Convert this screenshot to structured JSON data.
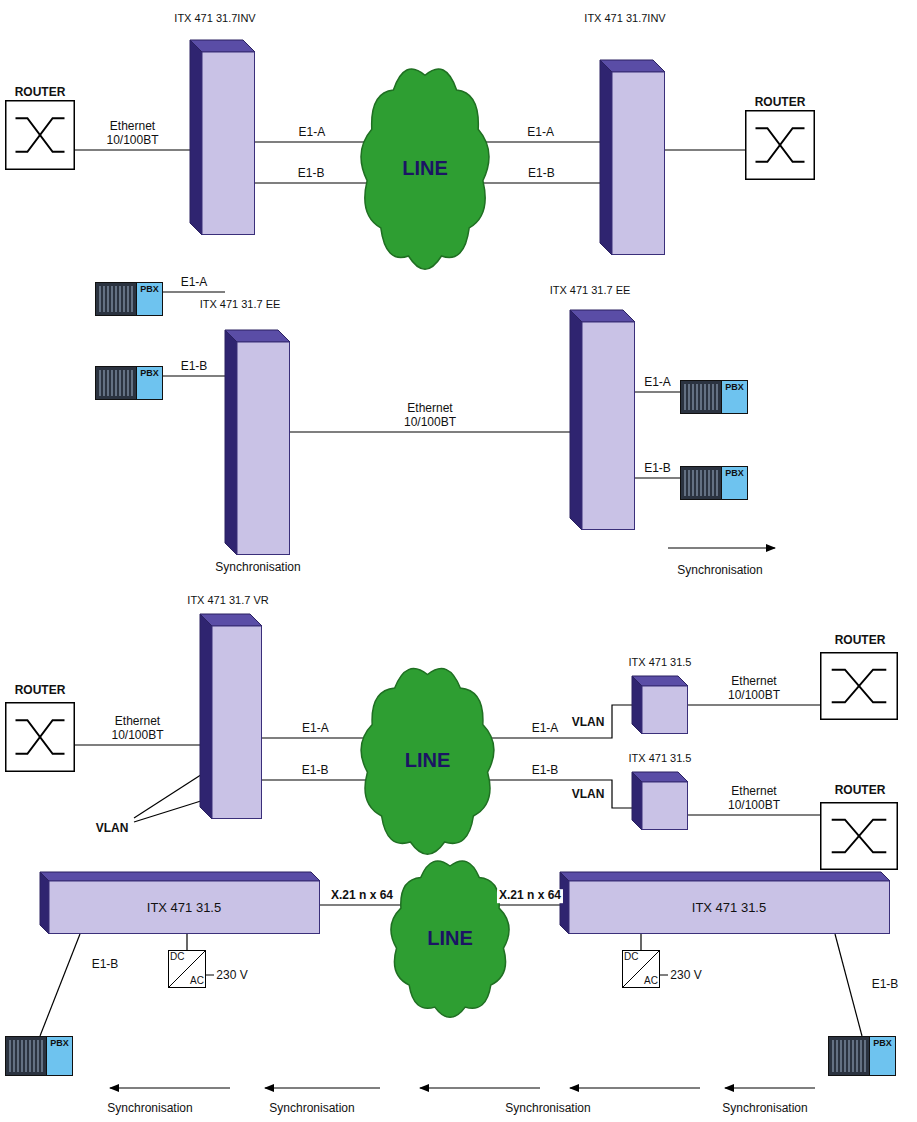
{
  "diagram": {
    "nodes": [
      {
        "text": [
          "ROUTER"
        ]
      },
      {
        "text": [
          "ITX 471 31.7INV"
        ]
      },
      {
        "text": [
          "LINE"
        ]
      },
      {
        "text": [
          "ITX 471 31.7INV"
        ]
      },
      {
        "text": [
          "ROUTER"
        ]
      },
      {
        "text": [
          "PBX"
        ]
      },
      {
        "text": [
          "PBX"
        ]
      },
      {
        "text": [
          "ITX 471 31.7 EE"
        ]
      },
      {
        "text": [
          "ITX 471 31.7 EE"
        ]
      },
      {
        "text": [
          "PBX"
        ]
      },
      {
        "text": [
          "PBX"
        ]
      },
      {
        "text": [
          "ROUTER"
        ]
      },
      {
        "text": [
          "ITX 471 31.7 VR"
        ]
      },
      {
        "text": [
          "LINE"
        ]
      },
      {
        "text": [
          "ITX 471 31.5"
        ]
      },
      {
        "text": [
          "ROUTER"
        ]
      },
      {
        "text": [
          "ITX 471 31.5"
        ]
      },
      {
        "text": [
          "ROUTER"
        ]
      },
      {
        "text": [
          "ITX 471 31.5"
        ]
      },
      {
        "text": [
          "LINE"
        ]
      },
      {
        "text": [
          "ITX 471 31.5"
        ]
      },
      {
        "text": [
          "DC",
          "AC"
        ]
      },
      {
        "text": [
          "DC",
          "AC"
        ]
      },
      {
        "text": [
          "PBX"
        ]
      },
      {
        "text": [
          "PBX"
        ]
      }
    ],
    "edges": [
      {
        "from": 0,
        "to": 1,
        "label": "Ethernet 10/100BT",
        "arrow": "none"
      },
      {
        "from": 1,
        "to": 2,
        "label": "E1-A",
        "arrow": "none"
      },
      {
        "from": 1,
        "to": 2,
        "label": "E1-B",
        "arrow": "none"
      },
      {
        "from": 2,
        "to": 3,
        "label": "E1-A",
        "arrow": "none"
      },
      {
        "from": 2,
        "to": 3,
        "label": "E1-B",
        "arrow": "none"
      },
      {
        "from": 3,
        "to": 4,
        "arrow": "none"
      },
      {
        "from": 5,
        "to": 7,
        "label": "E1-A",
        "arrow": "none"
      },
      {
        "from": 6,
        "to": 7,
        "label": "E1-B",
        "arrow": "none"
      },
      {
        "from": 7,
        "to": 8,
        "label": "Ethernet 10/100BT",
        "arrow": "none"
      },
      {
        "from": 8,
        "to": 9,
        "label": "E1-A",
        "arrow": "none"
      },
      {
        "from": 8,
        "to": 10,
        "label": "E1-B",
        "arrow": "none"
      },
      {
        "from": 11,
        "to": 12,
        "label": "Ethernet 10/100BT",
        "arrow": "none"
      },
      {
        "from": 12,
        "to": 13,
        "label": "E1-A",
        "arrow": "none"
      },
      {
        "from": 12,
        "to": 13,
        "label": "E1-B",
        "arrow": "none"
      },
      {
        "from": 13,
        "to": 14,
        "label": "E1-A",
        "arrow": "none"
      },
      {
        "from": 13,
        "to": 16,
        "label": "E1-B",
        "arrow": "none"
      },
      {
        "from": 14,
        "to": 15,
        "label": "Ethernet 10/100BT",
        "arrow": "none"
      },
      {
        "from": 16,
        "to": 17,
        "label": "Ethernet 10/100BT",
        "arrow": "none"
      },
      {
        "from": 18,
        "to": 19,
        "label": "X.21 n x 64",
        "arrow": "none"
      },
      {
        "from": 19,
        "to": 20,
        "label": "X.21 n x 64",
        "arrow": "none"
      },
      {
        "from": 18,
        "to": 21,
        "arrow": "none"
      },
      {
        "from": 18,
        "to": 23,
        "label": "E1-B",
        "arrow": "none"
      },
      {
        "from": 20,
        "to": 22,
        "arrow": "none"
      },
      {
        "from": 20,
        "to": 24,
        "label": "E1-B",
        "arrow": "none"
      }
    ],
    "labels": [
      "Synchronisation",
      "Synchronisation",
      "VLAN",
      "VLAN",
      "VLAN",
      "230 V",
      "230 V",
      "Synchronisation",
      "Synchronisation",
      "Synchronisation",
      "Synchronisation"
    ]
  }
}
